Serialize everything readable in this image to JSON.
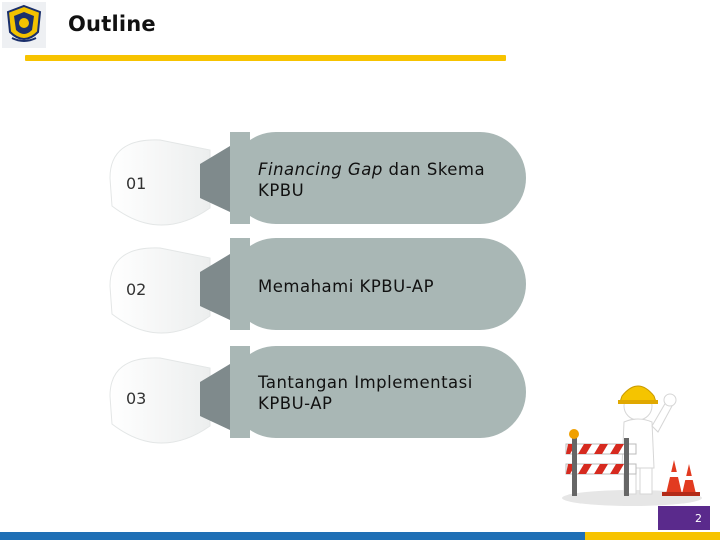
{
  "slide": {
    "title": "Outline",
    "page_number": "2"
  },
  "items": [
    {
      "number": "01",
      "label_italic": "Financing Gap",
      "label_rest": " dan Skema KPBU"
    },
    {
      "number": "02",
      "label_italic": "",
      "label_rest": "Memahami KPBU-AP"
    },
    {
      "number": "03",
      "label_italic": "",
      "label_rest": "Tantangan Implementasi KPBU-AP"
    }
  ],
  "colors": {
    "title_rule": "#f7c300",
    "pill": "#a9b7b5",
    "footer_blue": "#1f6fb5",
    "footer_yellow": "#f7c300",
    "page_badge": "#5a2a8c"
  },
  "icons": [
    "ministry-logo-icon",
    "construction-worker-icon"
  ]
}
